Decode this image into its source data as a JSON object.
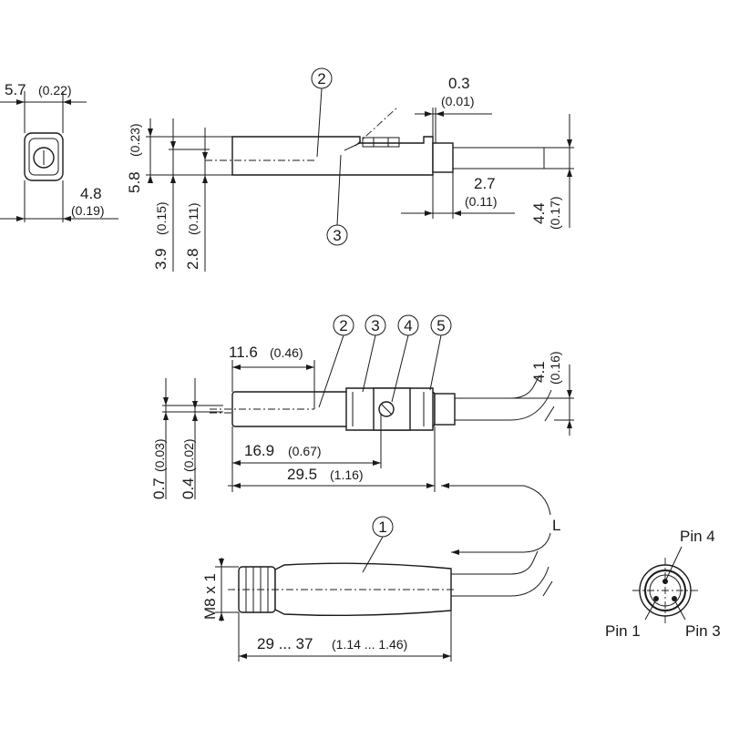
{
  "front_view": {
    "width_value": "5.7",
    "width_inch": "(0.22)",
    "depth_value": "4.8",
    "depth_inch": "(0.19)"
  },
  "side_view": {
    "callout_2": "2",
    "callout_3": "3",
    "gap_value": "0.3",
    "gap_inch": "(0.01)",
    "height_value": "5.8",
    "height_inch": "(0.23)",
    "axis1_value": "3.9",
    "axis1_inch": "(0.15)",
    "axis2_value": "2.8",
    "axis2_inch": "(0.11)",
    "collar_value": "2.7",
    "collar_inch": "(0.11)",
    "cable_value": "4.4",
    "cable_inch": "(0.17)"
  },
  "top_view": {
    "callouts": [
      "2",
      "3",
      "4",
      "5"
    ],
    "len1_value": "11.6",
    "len1_inch": "(0.46)",
    "cable_value": "4.1",
    "cable_inch": "(0.16)",
    "len2_value": "16.9",
    "len2_inch": "(0.67)",
    "len3_value": "29.5",
    "len3_inch": "(1.16)",
    "off1_value": "0.7",
    "off1_inch": "(0.03)",
    "off2_value": "0.4",
    "off2_inch": "(0.02)",
    "cable_length_label": "L"
  },
  "connector_view": {
    "callout_1": "1",
    "thread_label": "M8 x 1",
    "length_value": "29 ... 37",
    "length_inch": "(1.14 ... 1.46)"
  },
  "pinout": {
    "pin4": "Pin 4",
    "pin1": "Pin 1",
    "pin3": "Pin 3"
  }
}
